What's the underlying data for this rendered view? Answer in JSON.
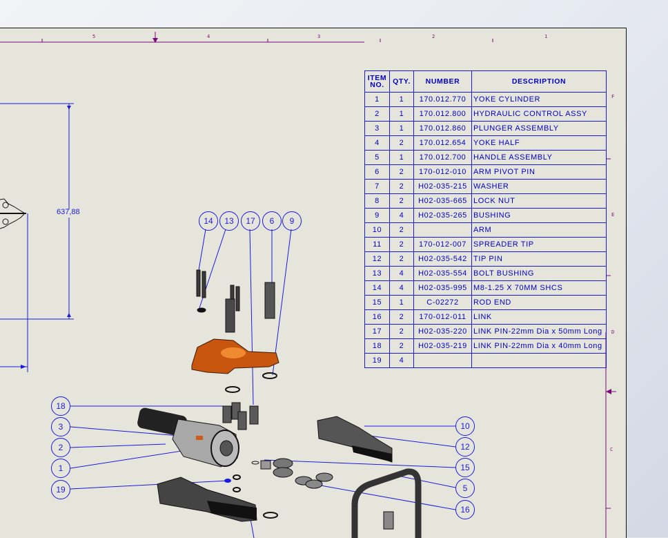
{
  "drawing": {
    "zone_columns": [
      "5",
      "4",
      "3",
      "2",
      "1"
    ],
    "zone_rows": [
      "F",
      "E",
      "D",
      "C"
    ],
    "dimension_value": "637,88"
  },
  "bom": {
    "headers": {
      "item": "ITEM NO.",
      "qty": "QTY.",
      "number": "NUMBER",
      "description": "DESCRIPTION"
    },
    "rows": [
      {
        "item": "1",
        "qty": "1",
        "number": "170.012.770",
        "description": "YOKE CYLINDER"
      },
      {
        "item": "2",
        "qty": "1",
        "number": "170.012.800",
        "description": "HYDRAULIC CONTROL ASSY"
      },
      {
        "item": "3",
        "qty": "1",
        "number": "170.012.860",
        "description": "PLUNGER ASSEMBLY"
      },
      {
        "item": "4",
        "qty": "2",
        "number": "170.012.654",
        "description": "YOKE  HALF"
      },
      {
        "item": "5",
        "qty": "1",
        "number": "170.012.700",
        "description": "HANDLE ASSEMBLY"
      },
      {
        "item": "6",
        "qty": "2",
        "number": "170-012-010",
        "description": "ARM PIVOT PIN"
      },
      {
        "item": "7",
        "qty": "2",
        "number": "H02-035-215",
        "description": "WASHER"
      },
      {
        "item": "8",
        "qty": "2",
        "number": "H02-035-665",
        "description": "LOCK NUT"
      },
      {
        "item": "9",
        "qty": "4",
        "number": "H02-035-265",
        "description": "BUSHING"
      },
      {
        "item": "10",
        "qty": "2",
        "number": "",
        "description": "ARM"
      },
      {
        "item": "11",
        "qty": "2",
        "number": "170-012-007",
        "description": "SPREADER TIP"
      },
      {
        "item": "12",
        "qty": "2",
        "number": "H02-035-542",
        "description": "TIP PIN"
      },
      {
        "item": "13",
        "qty": "4",
        "number": "H02-035-554",
        "description": "BOLT BUSHING"
      },
      {
        "item": "14",
        "qty": "4",
        "number": "H02-035-995",
        "description": "M8-1.25 X 70MM SHCS"
      },
      {
        "item": "15",
        "qty": "1",
        "number": "C-02272",
        "description": "ROD END"
      },
      {
        "item": "16",
        "qty": "2",
        "number": "170-012-011",
        "description": "LINK"
      },
      {
        "item": "17",
        "qty": "2",
        "number": "H02-035-220",
        "description": "LINK PIN-22mm Dia x 50mm Long"
      },
      {
        "item": "18",
        "qty": "2",
        "number": "H02-035-219",
        "description": "LINK PIN-22mm Dia x 40mm Long"
      },
      {
        "item": "19",
        "qty": "4",
        "number": "",
        "description": ""
      }
    ]
  },
  "balloons": [
    "14",
    "13",
    "17",
    "6",
    "9",
    "18",
    "3",
    "2",
    "1",
    "19",
    "10",
    "12",
    "15",
    "5",
    "16"
  ],
  "colors": {
    "sheet": "#e6e5db",
    "annotation_blue": "#1a1ae0",
    "border_purple": "#7a0a7a",
    "yoke_orange": "#c8560f",
    "part_dark": "#2a2a2a"
  }
}
